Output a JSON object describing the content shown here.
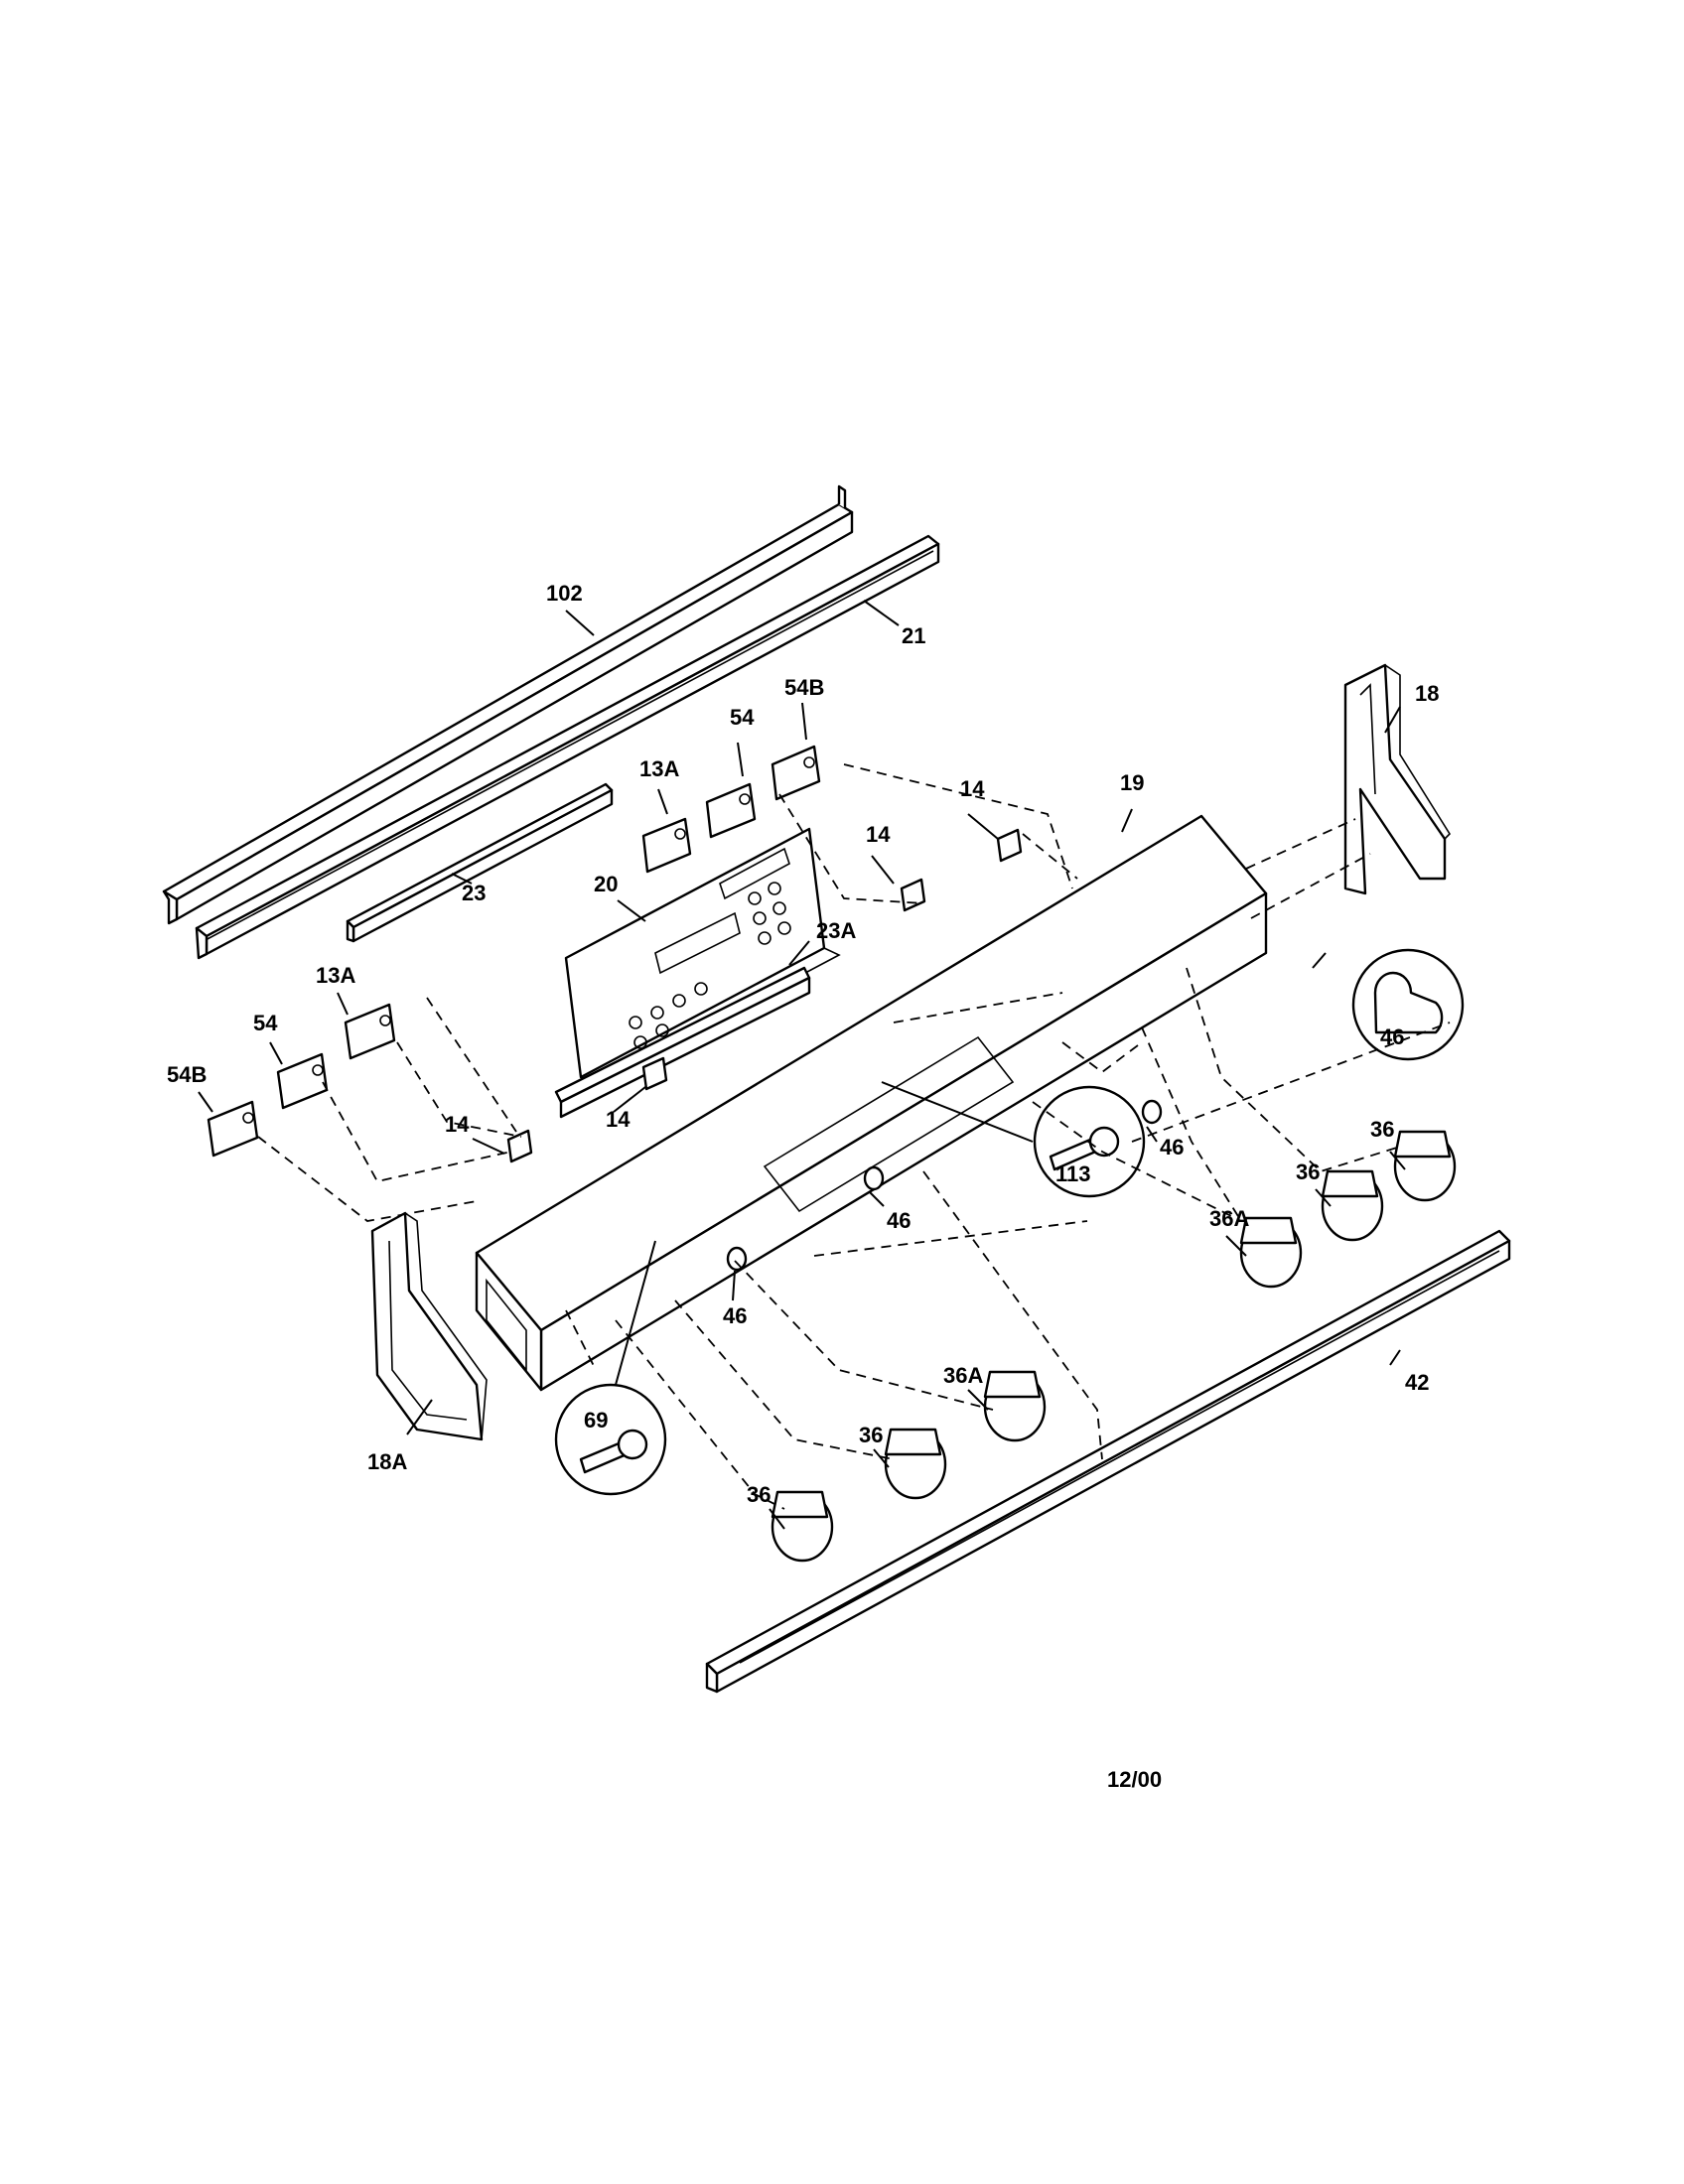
{
  "callouts": {
    "c102": "102",
    "c21": "21",
    "c23": "23",
    "c13a_top": "13A",
    "c54_top": "54",
    "c54b_top": "54B",
    "c14_a": "14",
    "c14_b": "14",
    "c19": "19",
    "c18": "18",
    "c20": "20",
    "c23a": "23A",
    "c13a_left": "13A",
    "c54_left": "54",
    "c54b_left": "54B",
    "c14_c": "14",
    "c14_d": "14",
    "c46_a": "46",
    "c46_b": "46",
    "c46_c": "46",
    "c46_d": "46",
    "c113": "113",
    "c36_a": "36",
    "c36_b": "36",
    "c36a_a": "36A",
    "c36_c": "36",
    "c36_d": "36",
    "c36a_b": "36A",
    "c69": "69",
    "c18a": "18A",
    "c42": "42"
  },
  "date_code": "12/00"
}
